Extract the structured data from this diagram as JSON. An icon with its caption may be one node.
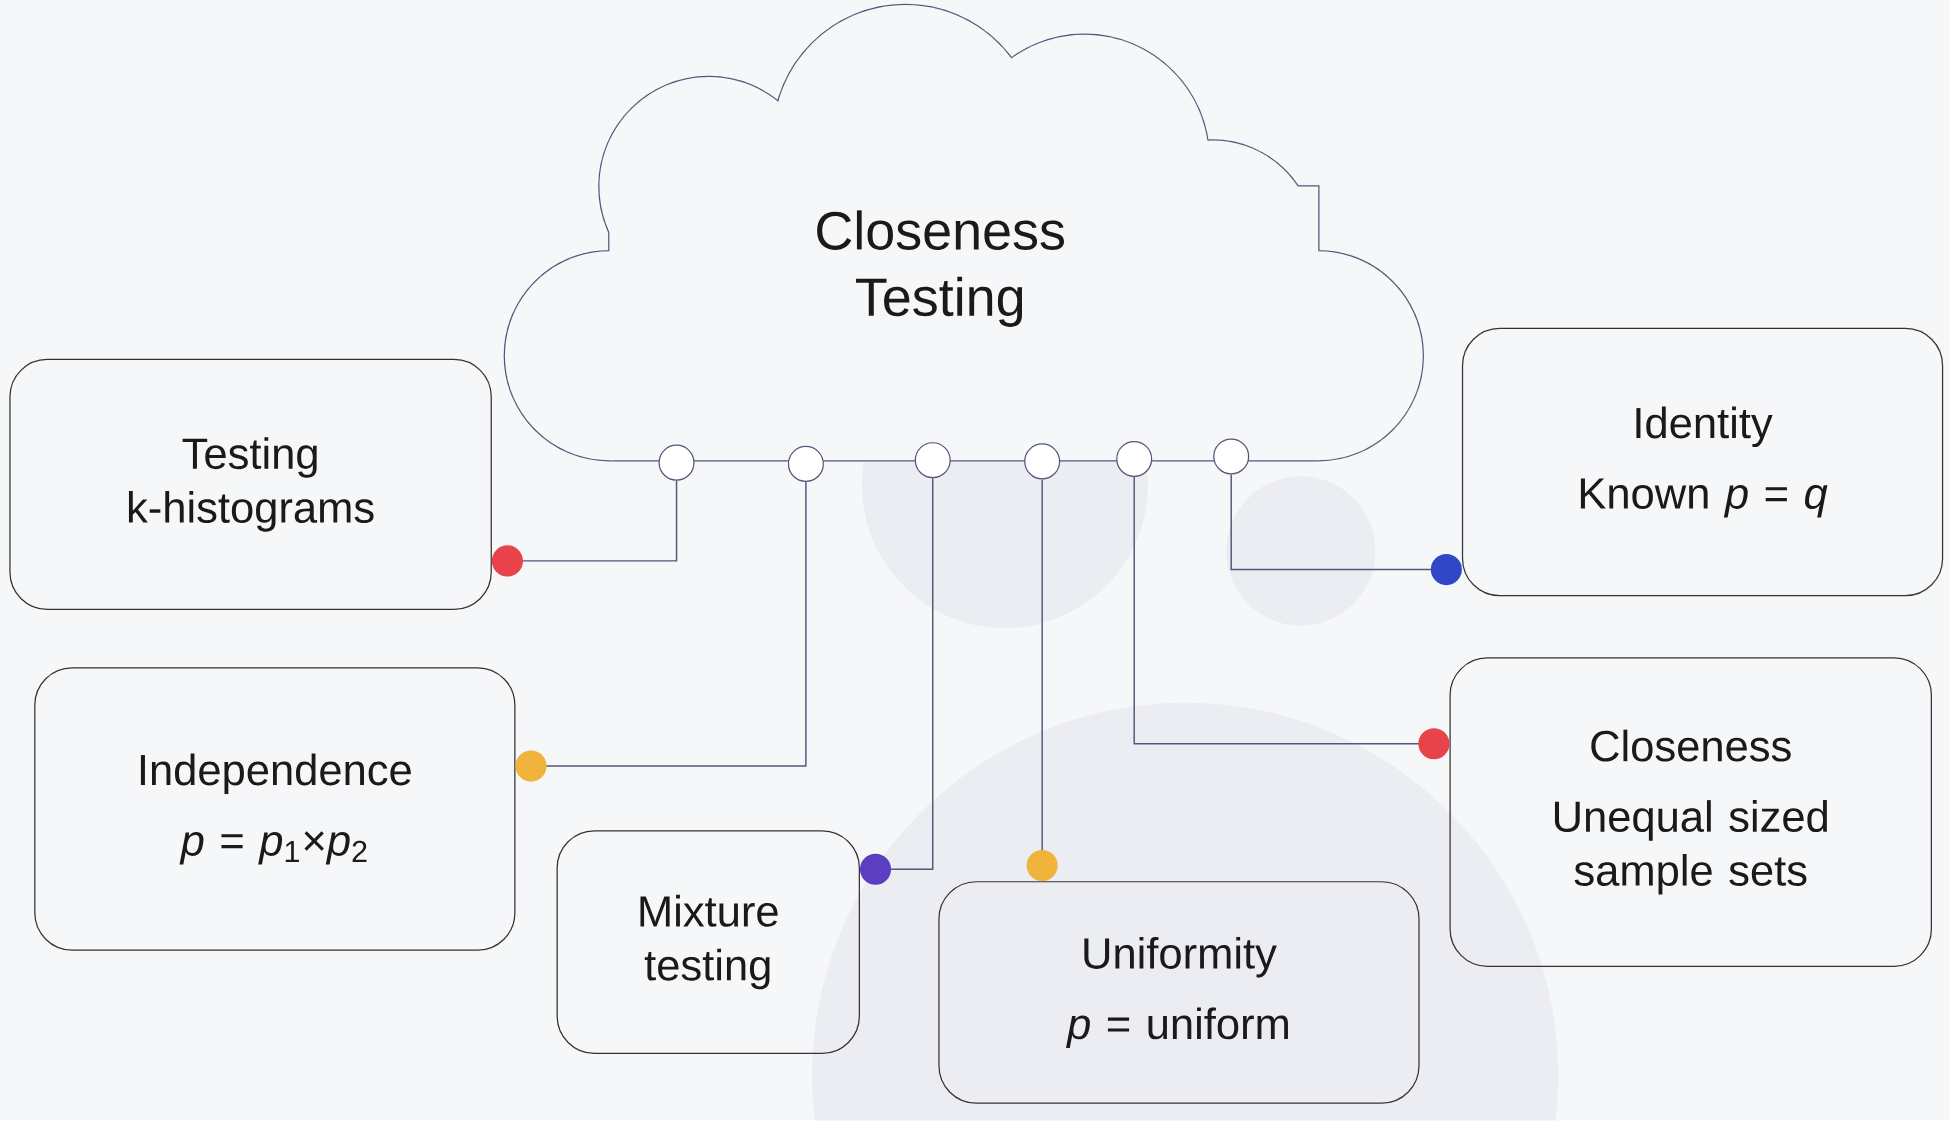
{
  "diagram": {
    "nodes": [
      {
        "text": [
          "Closeness Testing"
        ]
      },
      {
        "text": [],
        "shape": "circle"
      },
      {
        "text": [],
        "shape": "circle"
      },
      {
        "text": [],
        "shape": "circle"
      },
      {
        "text": [],
        "shape": "circle"
      },
      {
        "text": [],
        "shape": "circle"
      },
      {
        "text": [],
        "shape": "circle"
      },
      {
        "text": [
          "Testing k-histograms"
        ]
      },
      {
        "text": [
          "Independence",
          "*p* = *p*$_{1}$×*p*$_{2}$"
        ]
      },
      {
        "text": [
          "Mixture testing"
        ]
      },
      {
        "text": [
          "Uniformity",
          "*p* = uniform"
        ]
      },
      {
        "text": [
          "Closeness",
          "Unequal sized sample sets"
        ]
      },
      {
        "text": [
          "Identity",
          "Known *p* = *q*"
        ]
      }
    ],
    "edges": [
      {
        "from": 1,
        "to": 7,
        "arrow": "other"
      },
      {
        "from": 2,
        "to": 8,
        "arrow": "other"
      },
      {
        "from": 3,
        "to": 9,
        "arrow": "other"
      },
      {
        "from": 4,
        "to": 10,
        "arrow": "other"
      },
      {
        "from": 5,
        "to": 11,
        "arrow": "other"
      },
      {
        "from": 6,
        "to": 12,
        "arrow": "other"
      }
    ]
  }
}
